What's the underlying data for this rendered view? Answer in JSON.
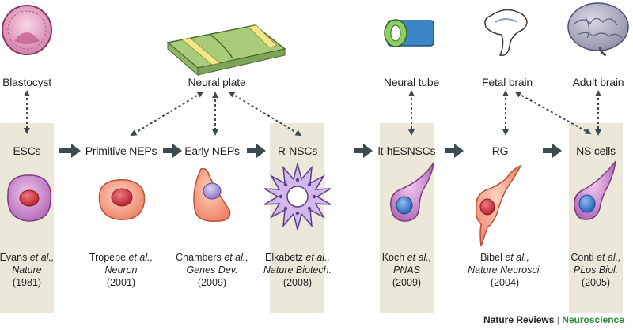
{
  "top_labels": {
    "blastocyst": "Blastocyst",
    "neural_plate": "Neural plate",
    "neural_tube": "Neural tube",
    "fetal_brain": "Fetal brain",
    "adult_brain": "Adult brain"
  },
  "stages": [
    {
      "label": "ESCs",
      "cite": {
        "author": "Evans",
        "etal": "et al.,",
        "journal": "Nature",
        "year": "(1981)"
      }
    },
    {
      "label": "Primitive NEPs",
      "cite": {
        "author": "Tropepe",
        "etal": "et al.,",
        "journal": "Neuron",
        "year": "(2001)"
      }
    },
    {
      "label": "Early NEPs",
      "cite": {
        "author": "Chambers",
        "etal": "et al.,",
        "journal": "Genes Dev.",
        "year": "(2009)"
      }
    },
    {
      "label": "R-NSCs",
      "cite": {
        "author": "Elkabetz",
        "etal": "et al.,",
        "journal": "Nature Biotech.",
        "year": "(2008)"
      }
    },
    {
      "label": "lt-hESNSCs",
      "cite": {
        "author": "Koch",
        "etal": "et al.,",
        "journal": "PNAS",
        "year": "(2009)"
      }
    },
    {
      "label": "RG",
      "cite": {
        "author": "Bibel",
        "etal": "et al.,",
        "journal": "Nature Neurosci.",
        "year": "(2004)"
      }
    },
    {
      "label": "NS cells",
      "cite": {
        "author": "Conti",
        "etal": "et al.,",
        "journal": "PLos Biol.",
        "year": "(2005)"
      }
    }
  ],
  "credit": {
    "publisher": "Nature Reviews",
    "separator": "|",
    "journal": "Neuroscience"
  },
  "colors": {
    "panel": "#ece8d9",
    "arrow": "#3d4b50",
    "credit_journal": "#2e8b3e",
    "cell_purple": "#a35aa8",
    "cell_orange": "#f08a6a",
    "nucleus_red": "#c8303a",
    "nucleus_blue": "#3f78c8"
  }
}
